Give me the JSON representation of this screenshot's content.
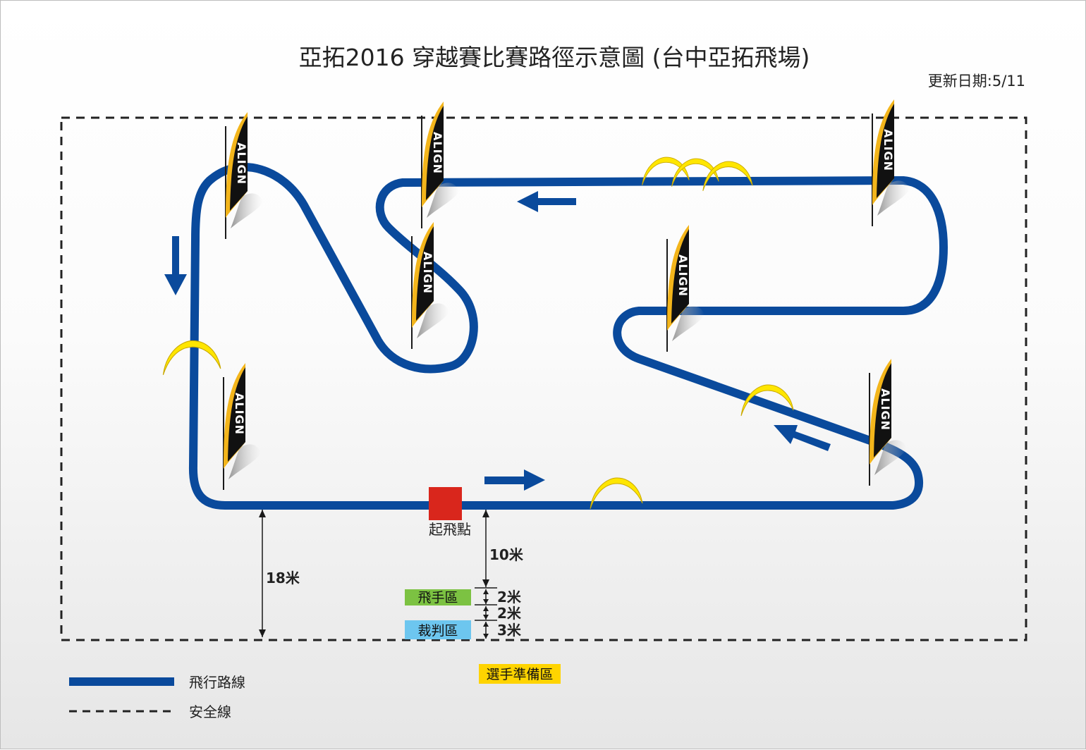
{
  "title": "亞拓2016 穿越賽比賽路徑示意圖 (台中亞拓飛場)",
  "update_date": "更新日期:5/11",
  "takeoff_label": "起飛點",
  "flag_brand": "ALIGN",
  "zones": {
    "pilot": "飛手區",
    "judge": "裁判區",
    "prep": "選手準備區"
  },
  "dimensions": {
    "d18": "18米",
    "d10": "10米",
    "d2a": "2米",
    "d2b": "2米",
    "d3": "3米"
  },
  "legend": {
    "flight_path": "飛行路線",
    "safety_line": "安全線"
  },
  "colors": {
    "path": "#0a4a9c",
    "flag_body": "#111111",
    "flag_edge": "#f3b51b",
    "hoop": "#ffe600",
    "takeoff": "#d9261c",
    "pilot_zone": "#7cc242",
    "judge_zone": "#6dc6ef",
    "prep_zone": "#ffd400"
  }
}
